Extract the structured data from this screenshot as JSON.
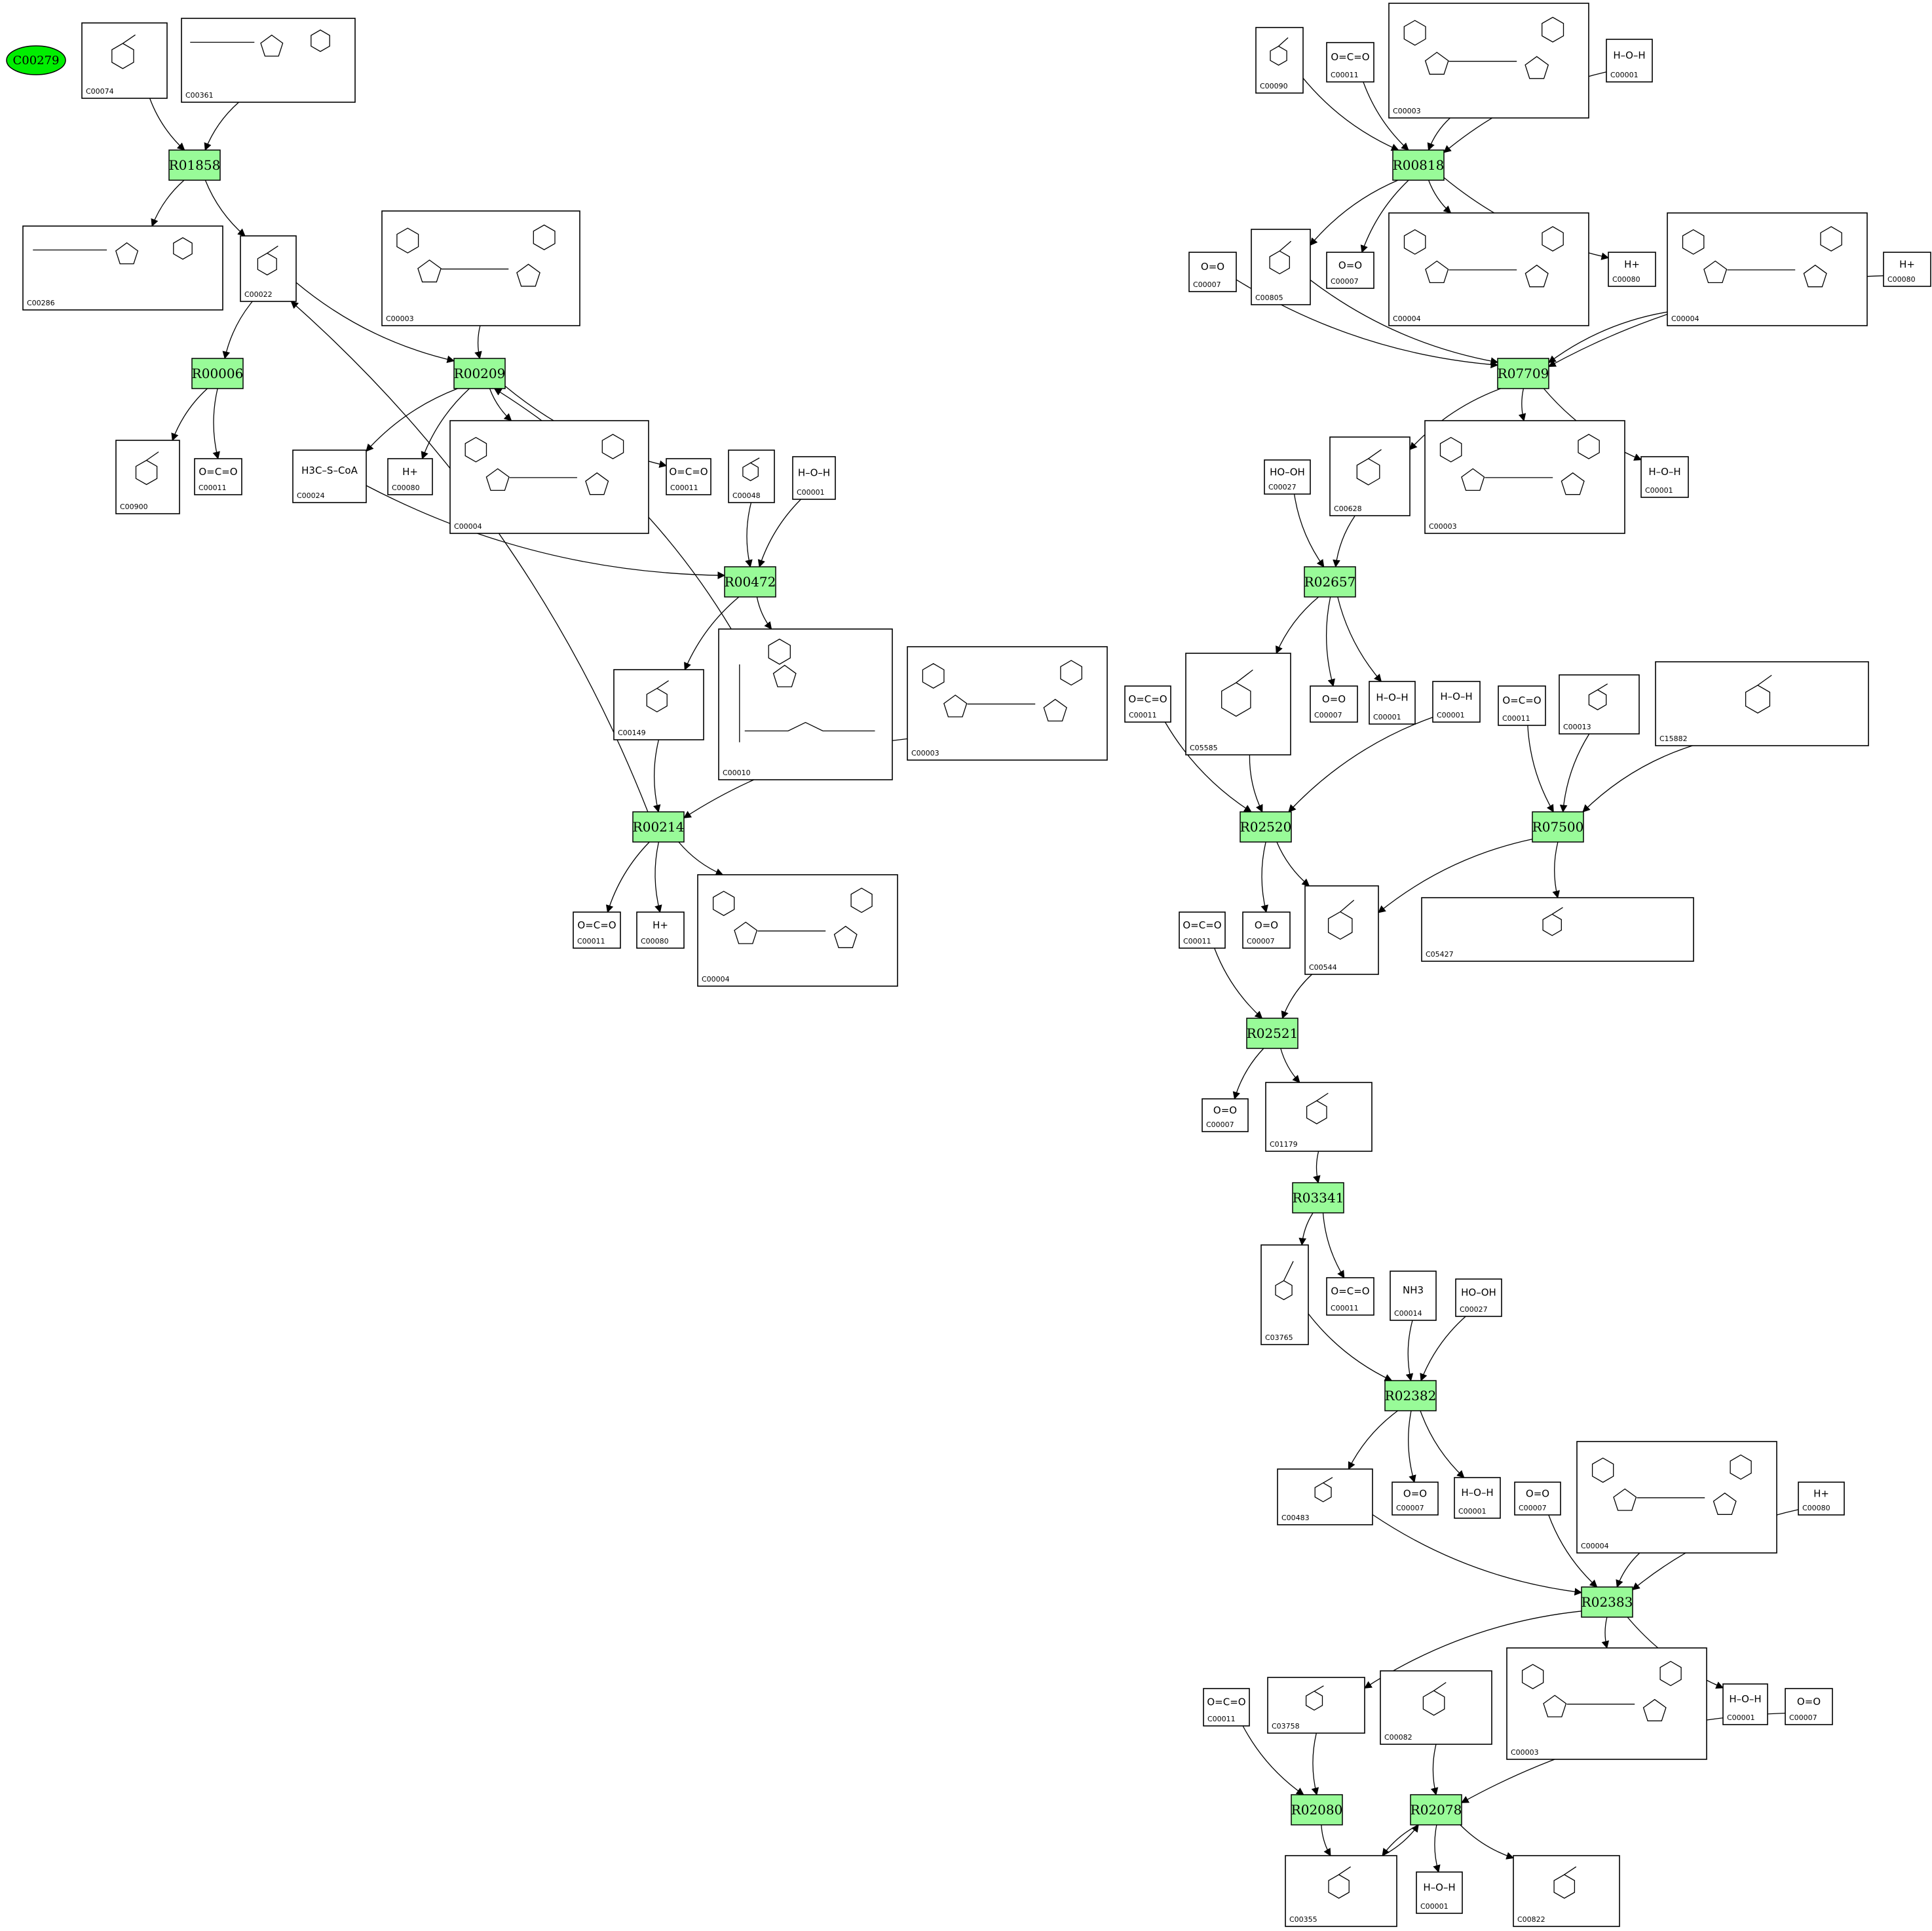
{
  "start_node": {
    "label": "C00279",
    "color": "#00ee00"
  },
  "colors": {
    "reaction": "#98fb98",
    "edge": "#000000"
  },
  "reactions": [
    {
      "id": "R01858"
    },
    {
      "id": "R00006"
    },
    {
      "id": "R00209"
    },
    {
      "id": "R00472"
    },
    {
      "id": "R00214"
    },
    {
      "id": "R00818"
    },
    {
      "id": "R07709"
    },
    {
      "id": "R02657"
    },
    {
      "id": "R02520"
    },
    {
      "id": "R07500"
    },
    {
      "id": "R02521"
    },
    {
      "id": "R03341"
    },
    {
      "id": "R02382"
    },
    {
      "id": "R02383"
    },
    {
      "id": "R02080"
    },
    {
      "id": "R02078"
    }
  ],
  "compounds": [
    {
      "key": "c1",
      "id": "C00074",
      "formula": ""
    },
    {
      "key": "c2",
      "id": "C00361",
      "formula": ""
    },
    {
      "key": "c3",
      "id": "C00286",
      "formula": ""
    },
    {
      "key": "c4",
      "id": "C00022",
      "formula": ""
    },
    {
      "key": "c5",
      "id": "C00003",
      "formula": ""
    },
    {
      "key": "c6",
      "id": "C00900",
      "formula": ""
    },
    {
      "key": "c7",
      "id": "C00011",
      "formula": "O=C=O"
    },
    {
      "key": "c8",
      "id": "C00024",
      "formula": "H3C–S–CoA"
    },
    {
      "key": "c9",
      "id": "C00080",
      "formula": "H+"
    },
    {
      "key": "c10",
      "id": "C00004",
      "formula": ""
    },
    {
      "key": "c11",
      "id": "C00011",
      "formula": "O=C=O"
    },
    {
      "key": "c12",
      "id": "C00048",
      "formula": ""
    },
    {
      "key": "c13",
      "id": "C00001",
      "formula": "H–O–H"
    },
    {
      "key": "c14",
      "id": "C00010",
      "formula": ""
    },
    {
      "key": "c15",
      "id": "C00149",
      "formula": ""
    },
    {
      "key": "c16",
      "id": "C00003",
      "formula": ""
    },
    {
      "key": "c17",
      "id": "C00011",
      "formula": "O=C=O"
    },
    {
      "key": "c18",
      "id": "C00080",
      "formula": "H+"
    },
    {
      "key": "c19",
      "id": "C00004",
      "formula": ""
    },
    {
      "key": "c20",
      "id": "C00090",
      "formula": ""
    },
    {
      "key": "c21",
      "id": "C00011",
      "formula": "O=C=O"
    },
    {
      "key": "c22",
      "id": "C00003",
      "formula": ""
    },
    {
      "key": "c23",
      "id": "C00001",
      "formula": "H–O–H"
    },
    {
      "key": "c24",
      "id": "C00007",
      "formula": "O=O"
    },
    {
      "key": "c25",
      "id": "C00805",
      "formula": ""
    },
    {
      "key": "c26",
      "id": "C00007",
      "formula": "O=O"
    },
    {
      "key": "c27",
      "id": "C00004",
      "formula": ""
    },
    {
      "key": "c28",
      "id": "C00080",
      "formula": "H+"
    },
    {
      "key": "c29",
      "id": "C00004",
      "formula": ""
    },
    {
      "key": "c30",
      "id": "C00080",
      "formula": "H+"
    },
    {
      "key": "c31",
      "id": "C00027",
      "formula": "HO–OH"
    },
    {
      "key": "c32",
      "id": "C00628",
      "formula": ""
    },
    {
      "key": "c33",
      "id": "C00003",
      "formula": ""
    },
    {
      "key": "c34",
      "id": "C00001",
      "formula": "H–O–H"
    },
    {
      "key": "c35",
      "id": "C05585",
      "formula": ""
    },
    {
      "key": "c36",
      "id": "C00007",
      "formula": "O=O"
    },
    {
      "key": "c37",
      "id": "C00001",
      "formula": "H–O–H"
    },
    {
      "key": "c38",
      "id": "C00011",
      "formula": "O=C=O"
    },
    {
      "key": "c39",
      "id": "C00001",
      "formula": "H–O–H"
    },
    {
      "key": "c40",
      "id": "C00011",
      "formula": "O=C=O"
    },
    {
      "key": "c41",
      "id": "C00013",
      "formula": ""
    },
    {
      "key": "c42",
      "id": "C15882",
      "formula": ""
    },
    {
      "key": "c43",
      "id": "C00011",
      "formula": "O=C=O"
    },
    {
      "key": "c44",
      "id": "C00007",
      "formula": "O=O"
    },
    {
      "key": "c45",
      "id": "C00544",
      "formula": ""
    },
    {
      "key": "c46",
      "id": "C05427",
      "formula": ""
    },
    {
      "key": "c47",
      "id": "C00007",
      "formula": "O=O"
    },
    {
      "key": "c48",
      "id": "C01179",
      "formula": ""
    },
    {
      "key": "c49",
      "id": "C03765",
      "formula": ""
    },
    {
      "key": "c50",
      "id": "C00011",
      "formula": "O=C=O"
    },
    {
      "key": "c51",
      "id": "C00014",
      "formula": "NH3"
    },
    {
      "key": "c52",
      "id": "C00027",
      "formula": "HO–OH"
    },
    {
      "key": "c53",
      "id": "C00483",
      "formula": ""
    },
    {
      "key": "c54",
      "id": "C00007",
      "formula": "O=O"
    },
    {
      "key": "c55",
      "id": "C00001",
      "formula": "H–O–H"
    },
    {
      "key": "c56",
      "id": "C00007",
      "formula": "O=O"
    },
    {
      "key": "c57",
      "id": "C00004",
      "formula": ""
    },
    {
      "key": "c58",
      "id": "C00080",
      "formula": "H+"
    },
    {
      "key": "c59",
      "id": "C00011",
      "formula": "O=C=O"
    },
    {
      "key": "c60",
      "id": "C03758",
      "formula": ""
    },
    {
      "key": "c61",
      "id": "C00082",
      "formula": ""
    },
    {
      "key": "c62",
      "id": "C00003",
      "formula": ""
    },
    {
      "key": "c63",
      "id": "C00001",
      "formula": "H–O–H"
    },
    {
      "key": "c64",
      "id": "C00007",
      "formula": "O=O"
    },
    {
      "key": "c65",
      "id": "C00355",
      "formula": ""
    },
    {
      "key": "c66",
      "id": "C00001",
      "formula": "H–O–H"
    },
    {
      "key": "c67",
      "id": "C00822",
      "formula": ""
    }
  ],
  "edges": [
    [
      "c1",
      "R01858"
    ],
    [
      "c2",
      "R01858"
    ],
    [
      "R01858",
      "c3"
    ],
    [
      "R01858",
      "c4"
    ],
    [
      "c4",
      "R00006"
    ],
    [
      "R00006",
      "c6"
    ],
    [
      "R00006",
      "c7"
    ],
    [
      "c4",
      "R00209"
    ],
    [
      "c5",
      "R00209"
    ],
    [
      "R00209",
      "c8"
    ],
    [
      "R00209",
      "c9"
    ],
    [
      "R00209",
      "c10"
    ],
    [
      "R00209",
      "c11"
    ],
    [
      "c8",
      "R00472"
    ],
    [
      "c12",
      "R00472"
    ],
    [
      "c13",
      "R00472"
    ],
    [
      "R00472",
      "c14"
    ],
    [
      "R00472",
      "c15"
    ],
    [
      "c14",
      "R00209"
    ],
    [
      "c15",
      "R00214"
    ],
    [
      "c16",
      "R00214"
    ],
    [
      "R00214",
      "c4"
    ],
    [
      "R00214",
      "c17"
    ],
    [
      "R00214",
      "c18"
    ],
    [
      "R00214",
      "c19"
    ],
    [
      "c20",
      "R00818"
    ],
    [
      "c21",
      "R00818"
    ],
    [
      "c22",
      "R00818"
    ],
    [
      "c23",
      "R00818"
    ],
    [
      "R00818",
      "c25"
    ],
    [
      "R00818",
      "c26"
    ],
    [
      "R00818",
      "c27"
    ],
    [
      "R00818",
      "c28"
    ],
    [
      "c24",
      "R07709"
    ],
    [
      "c25",
      "R07709"
    ],
    [
      "c29",
      "R07709"
    ],
    [
      "c30",
      "R07709"
    ],
    [
      "R07709",
      "c32"
    ],
    [
      "R07709",
      "c33"
    ],
    [
      "R07709",
      "c34"
    ],
    [
      "c31",
      "R02657"
    ],
    [
      "c32",
      "R02657"
    ],
    [
      "R02657",
      "c35"
    ],
    [
      "R02657",
      "c36"
    ],
    [
      "R02657",
      "c37"
    ],
    [
      "c35",
      "R02520"
    ],
    [
      "c38",
      "R02520"
    ],
    [
      "c39",
      "R02520"
    ],
    [
      "R02520",
      "c44"
    ],
    [
      "R02520",
      "c45"
    ],
    [
      "c40",
      "R07500"
    ],
    [
      "c41",
      "R07500"
    ],
    [
      "c42",
      "R07500"
    ],
    [
      "R07500",
      "c45"
    ],
    [
      "R07500",
      "c46"
    ],
    [
      "c43",
      "R02521"
    ],
    [
      "c45",
      "R02521"
    ],
    [
      "R02521",
      "c47"
    ],
    [
      "R02521",
      "c48"
    ],
    [
      "c48",
      "R03341"
    ],
    [
      "R03341",
      "c49"
    ],
    [
      "R03341",
      "c50"
    ],
    [
      "c49",
      "R02382"
    ],
    [
      "c51",
      "R02382"
    ],
    [
      "c52",
      "R02382"
    ],
    [
      "R02382",
      "c53"
    ],
    [
      "R02382",
      "c54"
    ],
    [
      "R02382",
      "c55"
    ],
    [
      "c53",
      "R02383"
    ],
    [
      "c56",
      "R02383"
    ],
    [
      "c57",
      "R02383"
    ],
    [
      "c58",
      "R02383"
    ],
    [
      "R02383",
      "c60"
    ],
    [
      "R02383",
      "c62"
    ],
    [
      "R02383",
      "c63"
    ],
    [
      "c59",
      "R02080"
    ],
    [
      "c60",
      "R02080"
    ],
    [
      "R02080",
      "c65"
    ],
    [
      "c61",
      "R02078"
    ],
    [
      "c64",
      "R02078"
    ],
    [
      "c65",
      "R02078"
    ],
    [
      "R02078",
      "c65"
    ],
    [
      "R02078",
      "c66"
    ],
    [
      "R02078",
      "c67"
    ]
  ]
}
